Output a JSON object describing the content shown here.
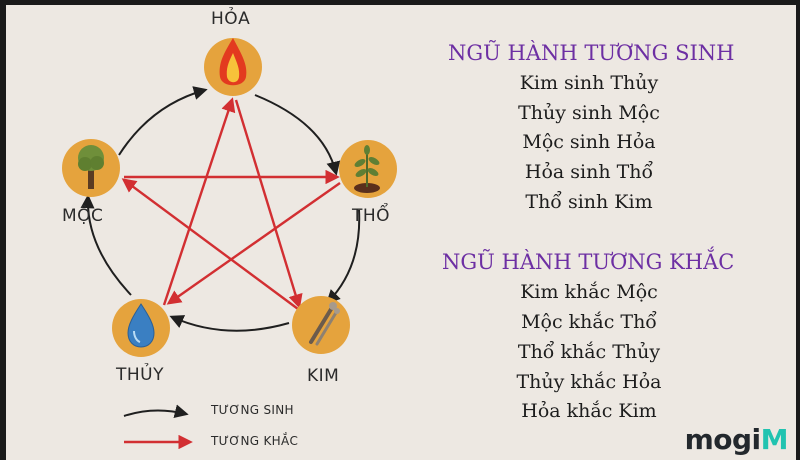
{
  "elements": {
    "fire": "HỎA",
    "earth": "THỔ",
    "metal": "KIM",
    "water": "THỦY",
    "wood": "MỘC"
  },
  "legend": {
    "generating": "TƯƠNG SINH",
    "overcoming": "TƯƠNG KHẮC",
    "generating_color": "#1f1f1f",
    "overcoming_color": "#d22f32"
  },
  "generating": {
    "heading": "NGŨ HÀNH TƯƠNG SINH",
    "items": [
      "Kim sinh Thủy",
      "Thủy sinh Mộc",
      "Mộc sinh Hỏa",
      "Hỏa sinh Thổ",
      "Thổ sinh Kim"
    ]
  },
  "overcoming": {
    "heading": "NGŨ HÀNH TƯƠNG KHẮC",
    "items": [
      "Kim khắc Mộc",
      "Mộc khắc Thổ",
      "Thổ khắc Thủy",
      "Thủy khắc Hỏa",
      "Hỏa khắc Kim"
    ]
  },
  "brand": {
    "text": "mogi",
    "mark": "M",
    "accent_color": "#21c3b0"
  },
  "colors": {
    "background": "#ede8e2",
    "circle": "#e5a33d",
    "heading": "#6d2fa3"
  }
}
